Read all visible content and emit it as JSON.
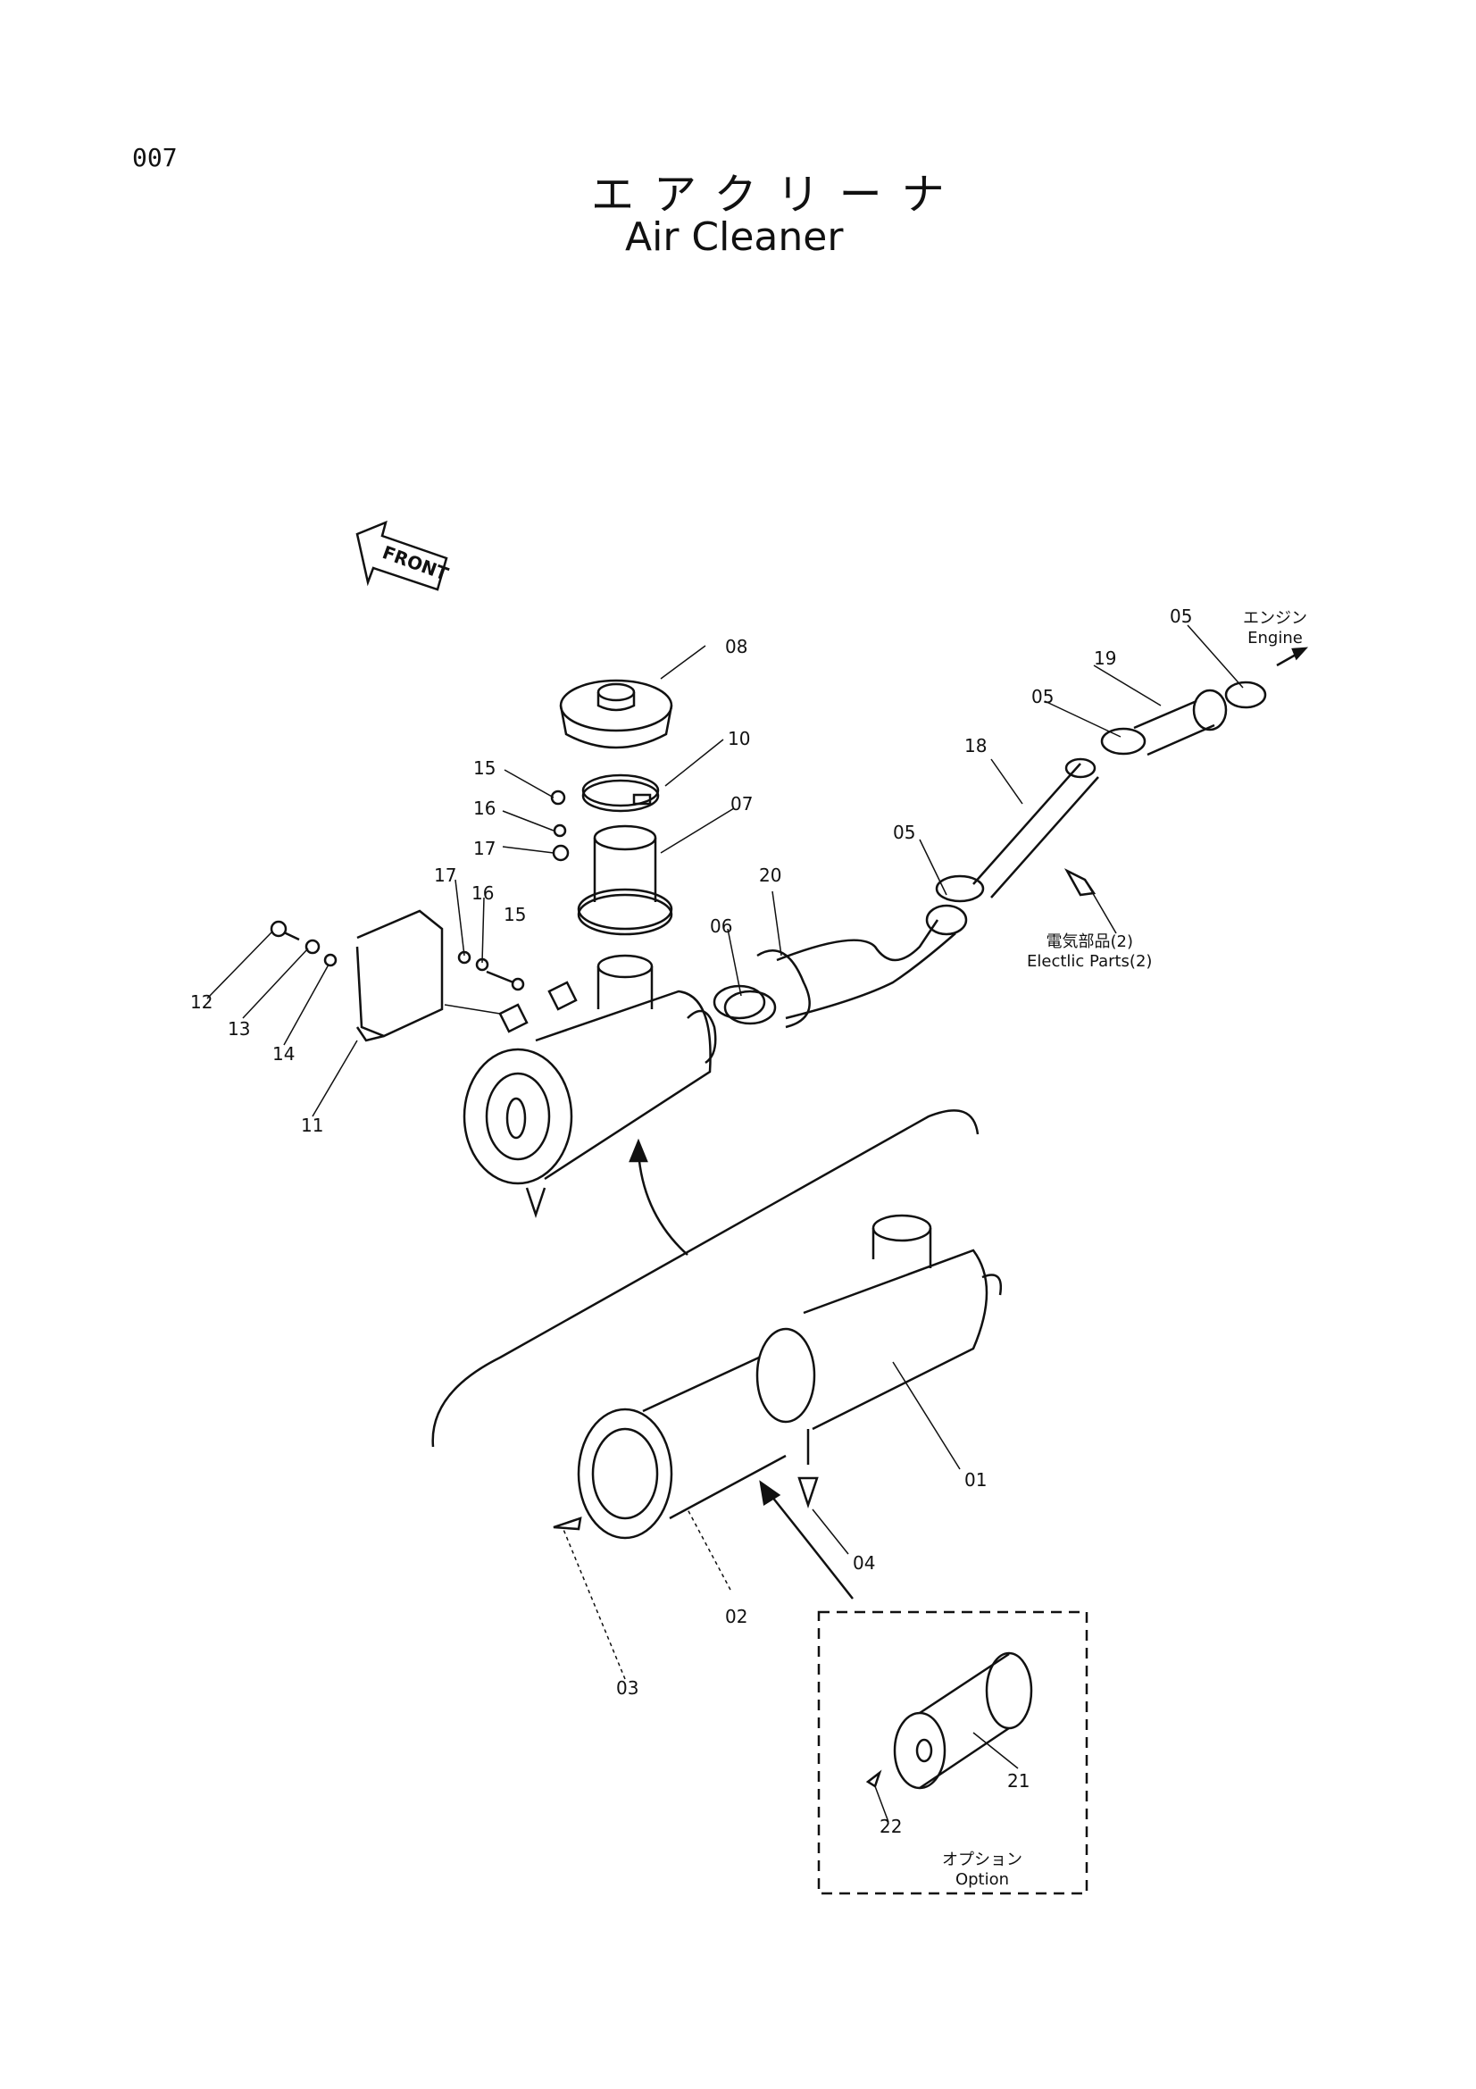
{
  "header": {
    "page_number": "007",
    "title_jp": "エアクリーナ",
    "title_en": "Air Cleaner"
  },
  "front_arrow": {
    "label": "FRONT"
  },
  "engine_note": {
    "jp": "エンジン",
    "en": "Engine"
  },
  "electric_note": {
    "jp": "電気部品(2)",
    "en": "Electlic Parts(2)"
  },
  "option_note": {
    "jp": "オプション",
    "en": "Option"
  },
  "callouts": {
    "c01": "01",
    "c02": "02",
    "c03": "03",
    "c04": "04",
    "c05a": "05",
    "c05b": "05",
    "c05c": "05",
    "c06": "06",
    "c07": "07",
    "c08": "08",
    "c10": "10",
    "c11": "11",
    "c12": "12",
    "c13": "13",
    "c14": "14",
    "c15a": "15",
    "c15b": "15",
    "c16a": "16",
    "c16b": "16",
    "c17a": "17",
    "c17b": "17",
    "c18": "18",
    "c19": "19",
    "c20": "20",
    "c21": "21",
    "c22": "22"
  },
  "colors": {
    "ink": "#111111",
    "paper": "#ffffff"
  }
}
